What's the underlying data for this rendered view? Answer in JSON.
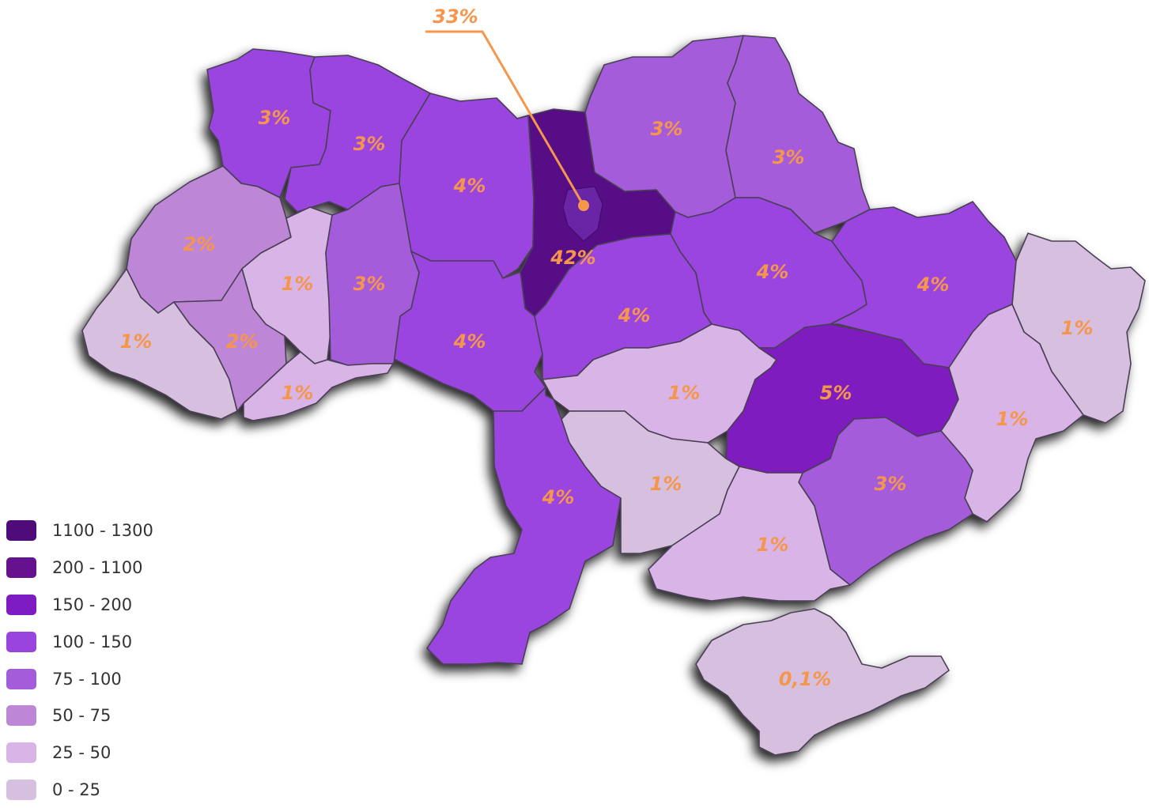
{
  "map": {
    "highlight_color": "#F5964D",
    "callout_label": "33%",
    "regions": [
      {
        "id": "volyn",
        "label": "3%",
        "color": "#9a44e0"
      },
      {
        "id": "rivne",
        "label": "3%",
        "color": "#9a44e0"
      },
      {
        "id": "zhytomyr",
        "label": "4%",
        "color": "#9a44e0"
      },
      {
        "id": "kyiv-oblast",
        "label": "42%",
        "color": "#560d86"
      },
      {
        "id": "chernihiv",
        "label": "3%",
        "color": "#a55cdb"
      },
      {
        "id": "sumy",
        "label": "3%",
        "color": "#a55cdb"
      },
      {
        "id": "lviv",
        "label": "2%",
        "color": "#bd86d7"
      },
      {
        "id": "ternopil",
        "label": "1%",
        "color": "#d9b4e6"
      },
      {
        "id": "khmelnytskyi",
        "label": "3%",
        "color": "#a55cdb"
      },
      {
        "id": "vinnytsia",
        "label": "4%",
        "color": "#9a44e0"
      },
      {
        "id": "cherkasy",
        "label": "4%",
        "color": "#9a44e0"
      },
      {
        "id": "poltava",
        "label": "4%",
        "color": "#9a44e0"
      },
      {
        "id": "kharkiv",
        "label": "4%",
        "color": "#9a44e0"
      },
      {
        "id": "luhansk",
        "label": "1%",
        "color": "#d7c0df"
      },
      {
        "id": "zakarpattia",
        "label": "1%",
        "color": "#d7c0df"
      },
      {
        "id": "ivano-frankivsk",
        "label": "2%",
        "color": "#bd86d7"
      },
      {
        "id": "chernivtsi",
        "label": "1%",
        "color": "#d9b4e6"
      },
      {
        "id": "kirovohrad",
        "label": "1%",
        "color": "#d9b4e6"
      },
      {
        "id": "dnipropetrovsk",
        "label": "5%",
        "color": "#7e1bc0"
      },
      {
        "id": "donetsk",
        "label": "1%",
        "color": "#d9b4e6"
      },
      {
        "id": "odesa",
        "label": "4%",
        "color": "#9a44e0"
      },
      {
        "id": "mykolaiv",
        "label": "1%",
        "color": "#d7c0df"
      },
      {
        "id": "zaporizhzhia",
        "label": "3%",
        "color": "#a55cdb"
      },
      {
        "id": "kherson",
        "label": "1%",
        "color": "#d9b4e6"
      },
      {
        "id": "crimea",
        "label": "0,1%",
        "color": "#d7c0df"
      }
    ]
  },
  "legend": {
    "items": [
      {
        "label": "1100 - 1300",
        "color": "#4f0b7a"
      },
      {
        "label": "200 - 1100",
        "color": "#66118e"
      },
      {
        "label": "150 - 200",
        "color": "#7d1cc2"
      },
      {
        "label": "100 - 150",
        "color": "#9a44e0"
      },
      {
        "label": "75 - 100",
        "color": "#a55cdb"
      },
      {
        "label": "50 - 75",
        "color": "#bd86d7"
      },
      {
        "label": "25 - 50",
        "color": "#d9b4e6"
      },
      {
        "label": "0 - 25",
        "color": "#d7c0df"
      }
    ]
  }
}
